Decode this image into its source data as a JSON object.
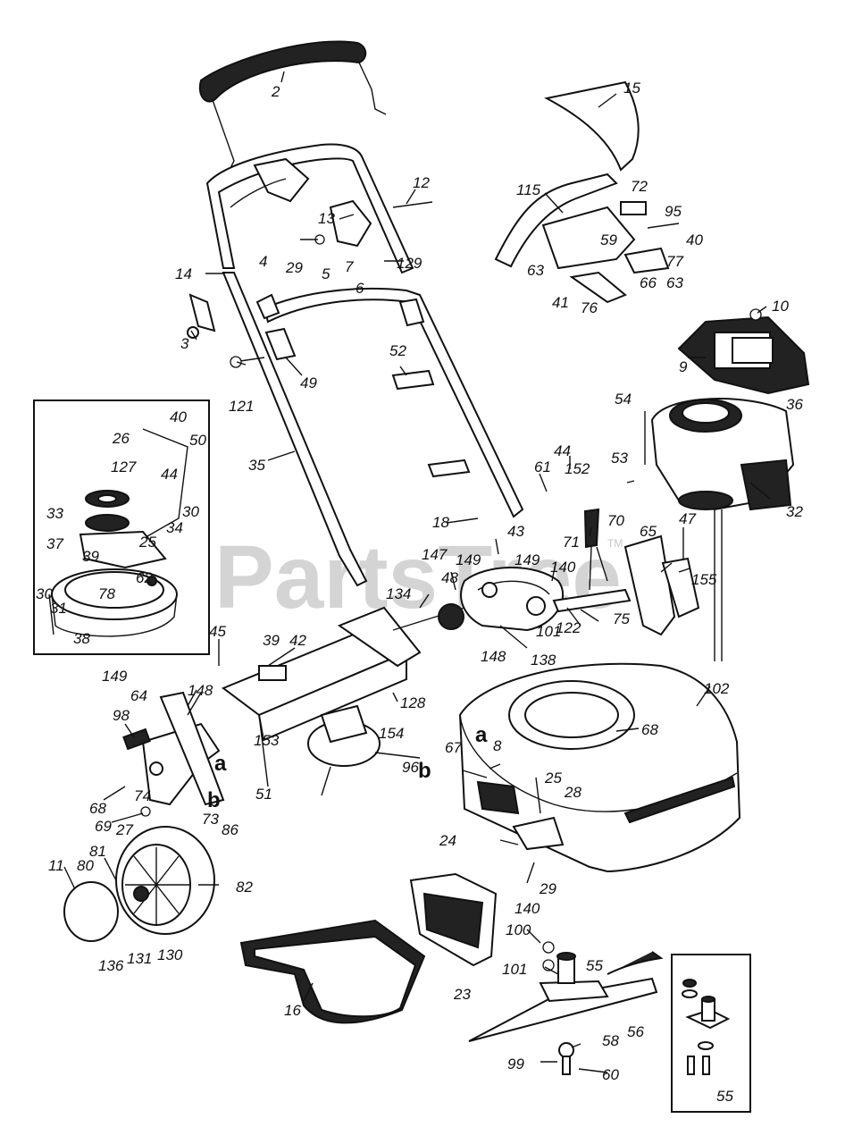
{
  "watermark": {
    "text": "PartsTree",
    "tm": "TM"
  },
  "markers": [
    "a",
    "b",
    "a",
    "b"
  ],
  "labels": {
    "l2": "2",
    "l15": "15",
    "l12": "12",
    "l115": "115",
    "l72": "72",
    "l95": "95",
    "l40a": "40",
    "l13": "13",
    "l59": "59",
    "l77": "77",
    "l63a": "63",
    "l63b": "63",
    "l66": "66",
    "l41": "41",
    "l76": "76",
    "l14": "14",
    "l4": "4",
    "l29a": "29",
    "l5": "5",
    "l7": "7",
    "l129": "129",
    "l6": "6",
    "l10": "10",
    "l3": "3",
    "l9": "9",
    "l52": "52",
    "l121": "121",
    "l49": "49",
    "l36": "36",
    "l54": "54",
    "l40b": "40",
    "l26": "26",
    "l50": "50",
    "l127": "127",
    "l44a": "44",
    "l35": "35",
    "l44b": "44",
    "l152": "152",
    "l53": "53",
    "l32": "32",
    "l33": "33",
    "l30a": "30",
    "l34": "34",
    "l61": "61",
    "l70": "70",
    "l18": "18",
    "l47": "47",
    "l37": "37",
    "l25a": "25",
    "l62": "62",
    "l43": "43",
    "l65": "65",
    "l71": "71",
    "l147": "147",
    "l149a": "149",
    "l140a": "140",
    "l48": "48",
    "l155": "155",
    "l30b": "30",
    "l31": "31",
    "l39": "39",
    "l38": "38",
    "l134": "134",
    "l122": "122",
    "l75": "75",
    "l101a": "101",
    "l45": "45",
    "l42": "42",
    "l148a": "148",
    "l138": "138",
    "l102": "102",
    "l149b": "149",
    "l64": "64",
    "l148b": "148",
    "l128": "128",
    "l98": "98",
    "l153": "153",
    "l154": "154",
    "l68a": "68",
    "l67": "67",
    "l8": "8",
    "l96": "96",
    "l51": "51",
    "l68b": "68",
    "l74": "74",
    "l25b": "25",
    "l28": "28",
    "l69": "69",
    "l73": "73",
    "l27": "27",
    "l86": "86",
    "l24": "24",
    "l81": "81",
    "l11": "11",
    "l80": "80",
    "l82": "82",
    "l29b": "29",
    "l140b": "140",
    "l100": "100",
    "l136": "136",
    "l131": "131",
    "l130": "130",
    "l101b": "101",
    "l55a": "55",
    "l16": "16",
    "l23": "23",
    "l56": "56",
    "l58": "58",
    "l99": "99",
    "l60": "60",
    "l55b": "55"
  },
  "inset_labels": {
    "l78": "78",
    "l39": "39"
  }
}
